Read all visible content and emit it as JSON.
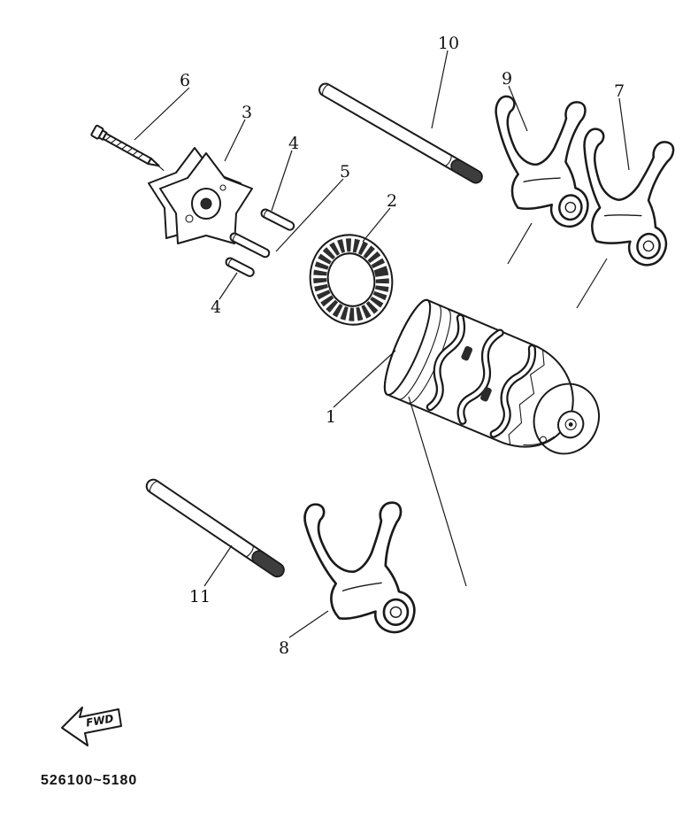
{
  "colors": {
    "ink": "#1a1a1a",
    "paper": "#ffffff",
    "shading": "#3d3d3d"
  },
  "diagram": {
    "part_code": "526100~5180",
    "direction_label": "FWD",
    "callouts": [
      {
        "label": "6"
      },
      {
        "label": "3"
      },
      {
        "label": "4"
      },
      {
        "label": "5"
      },
      {
        "label": "2"
      },
      {
        "label": "10"
      },
      {
        "label": "9"
      },
      {
        "label": "7"
      },
      {
        "label": "4"
      },
      {
        "label": "1"
      },
      {
        "label": "11"
      },
      {
        "label": "8"
      }
    ]
  }
}
